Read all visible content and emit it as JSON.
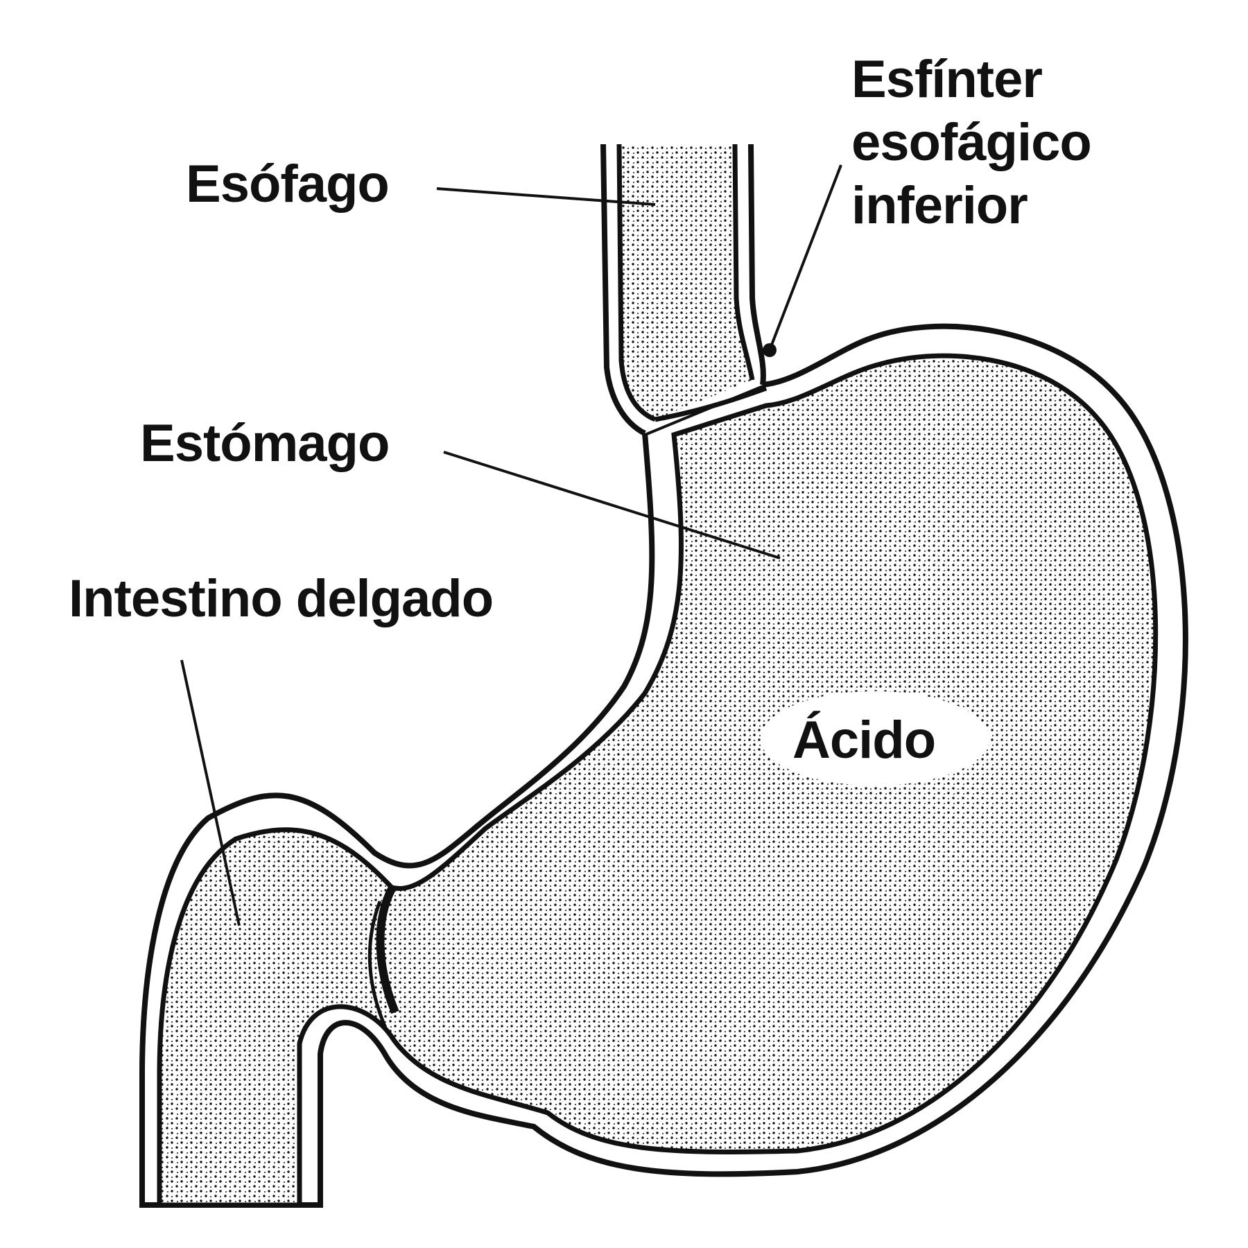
{
  "labels": {
    "esophagus": "Esófago",
    "sphincter_line1": "Esfínter",
    "sphincter_line2": "esofágico",
    "sphincter_line3": "inferior",
    "stomach": "Estómago",
    "small_intestine": "Intestino delgado",
    "acid": "Ácido"
  },
  "colors": {
    "ink": "#111111",
    "background": "#ffffff"
  }
}
